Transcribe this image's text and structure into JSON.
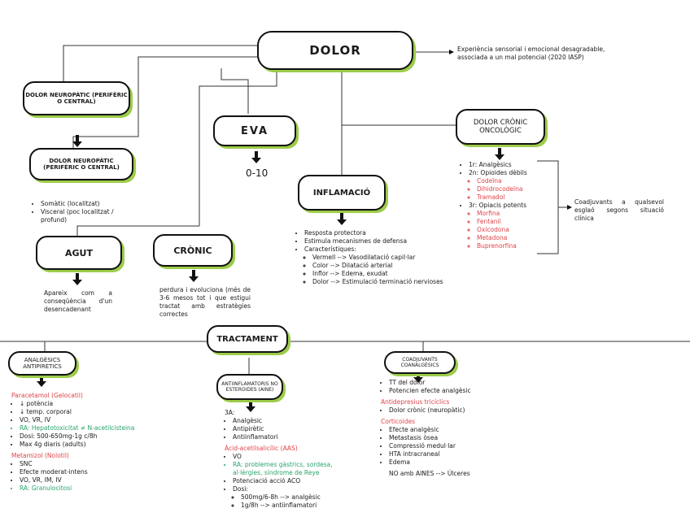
{
  "root": {
    "title": "DOLOR",
    "definition": "Experiència sensorial i emocional desagradable, associada a un mal potencial (2020 IASP)"
  },
  "neuropatic_top": "DOLOR NEUROPÀTIC (PERIFÈRIC O CENTRAL)",
  "neuropatic_mid": {
    "title": "DOLOR NEUROPÀTIC (PERIFÈRIC O CENTRAL)",
    "items": [
      "Somàtic (localitzat)",
      "Visceral (poc localitzat / profund)"
    ]
  },
  "eva": {
    "title": "EVA",
    "value": "0-10"
  },
  "inflamacio": {
    "title": "INFLAMACIÓ",
    "items": [
      "Resposta protectora",
      "Estimula mecanismes de defensa",
      "Característiques:"
    ],
    "subitems": [
      "Vermell --> Vasodilatació capil·lar",
      "Color --> Dilatació arterial",
      "Inflor --> Edema, exudat",
      "Dolor --> Estimulació terminació nervioses"
    ]
  },
  "cronic_onco": {
    "title": "DOLOR CRÒNIC ONCOLÒGIC",
    "step1": "1r: Analgèsics",
    "step2": "2n: Opioides dèbils",
    "weak": [
      "Codeïna",
      "Dihidrocodeïna",
      "Tramadol"
    ],
    "step3": "3r: Opiacis potents",
    "strong": [
      "Morfina",
      "Fentanil",
      "Oxicodona",
      "Metadona",
      "Buprenorfina"
    ],
    "note": "Coadjuvants a qualsevol esglaó segons situació clínica"
  },
  "agut": {
    "title": "AGUT",
    "desc": "Apareix com a conseqüència d'un desencadenant"
  },
  "cronic": {
    "title": "CRÒNIC",
    "desc": "perdura i evoluciona (més de 3-6 mesos tot i que estigui tractat amb estratègies correctes"
  },
  "tractament": {
    "title": "TRACTAMENT"
  },
  "analgesics": {
    "title": "ANALGÈSICS ANTIPIRÈTICS",
    "paracetamol": {
      "title": "Paracetamol (Gelocatil)",
      "items": [
        "↓ potència",
        "↓ temp. corporal",
        "VO, VR, IV"
      ],
      "ra": "RA: Hepatotoxicitat ≠ N-acetilcisteina",
      "dose": [
        "Dosi: 500-650mg-1g c/8h",
        "Max 4g diaris (adults)"
      ]
    },
    "metamizol": {
      "title": "Metamizol (Nolotil)",
      "items": [
        "SNC",
        "Efecte moderat-intens",
        "VO, VR, IM, IV"
      ],
      "ra": "RA: Granulocitosi"
    }
  },
  "aine": {
    "title": "ANTIINFLAMATORIS NO ESTEROIDES (AINE)",
    "label": "3A:",
    "items": [
      "Analgèsic",
      "Antipirètic",
      "Antiinflamatori"
    ],
    "aas": {
      "title": "Àcid-acetilsalicílic (AAS)",
      "vo": "VO",
      "ra": "RA: problemes gàstrics, sordesa, al·lèrgies, síndrome de Reye",
      "items": [
        "Potenciació acció ACO",
        "Dosi:"
      ],
      "dose": [
        "500mg/6-8h --> analgèsic",
        "1g/8h --> antiinflamatori"
      ]
    }
  },
  "coadjuvants": {
    "title": "COADJUVANTS COANALGÈSICS",
    "items": [
      "TT del dolor",
      "Potencien efecte analgèsic"
    ],
    "antidep": {
      "title": "Antidepresius tricíclics",
      "items": [
        "Dolor crònic (neuropàtic)"
      ]
    },
    "cortic": {
      "title": "Corticoides",
      "items": [
        "Efecte analgèsic",
        "Metastasis òsea",
        "Compressió medul·lar",
        "HTA intracraneal",
        "Edema"
      ]
    },
    "footer": "NO amb AINES --> Úlceres"
  },
  "colors": {
    "shadow": "#9ccc4a",
    "red": "#e0434a",
    "green": "#2aa36b"
  }
}
